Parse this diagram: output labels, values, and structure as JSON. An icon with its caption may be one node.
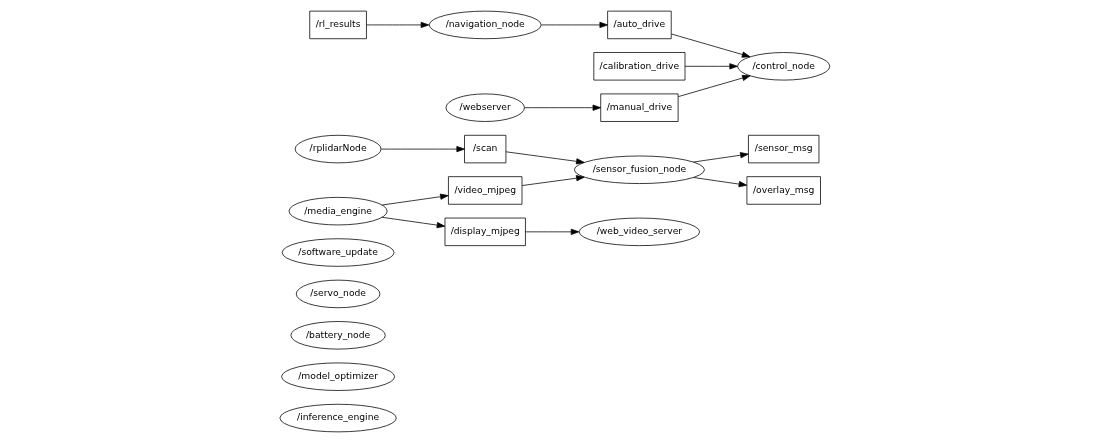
{
  "diagram": {
    "nodes": [
      {
        "text": [
          "/inference_engine"
        ]
      },
      {
        "text": [
          "/model_optimizer"
        ]
      },
      {
        "text": [
          "/battery_node"
        ]
      },
      {
        "text": [
          "/servo_node"
        ]
      },
      {
        "text": [
          "/software_update"
        ]
      },
      {
        "text": [
          "/rplidarNode"
        ]
      },
      {
        "text": [
          "/scan"
        ]
      },
      {
        "text": [
          "/sensor_fusion_node"
        ]
      },
      {
        "text": [
          "/sensor_msg"
        ]
      },
      {
        "text": [
          "/video_mjpeg"
        ]
      },
      {
        "text": [
          "/media_engine"
        ]
      },
      {
        "text": [
          "/overlay_msg"
        ]
      },
      {
        "text": [
          "/display_mjpeg"
        ]
      },
      {
        "text": [
          "/web_video_server"
        ]
      },
      {
        "text": [
          "/rl_results"
        ]
      },
      {
        "text": [
          "/navigation_node"
        ]
      },
      {
        "text": [
          "/auto_drive"
        ]
      },
      {
        "text": [
          "/calibration_drive"
        ]
      },
      {
        "text": [
          "/control_node"
        ]
      },
      {
        "text": [
          "/webserver"
        ]
      },
      {
        "text": [
          "/manual_drive"
        ]
      }
    ],
    "edges": [
      {
        "from": 5,
        "to": 6,
        "arrow": "to"
      },
      {
        "from": 6,
        "to": 7,
        "arrow": "to"
      },
      {
        "from": 10,
        "to": 9,
        "arrow": "to"
      },
      {
        "from": 9,
        "to": 7,
        "arrow": "to"
      },
      {
        "from": 7,
        "to": 8,
        "arrow": "to"
      },
      {
        "from": 7,
        "to": 11,
        "arrow": "to"
      },
      {
        "from": 10,
        "to": 12,
        "arrow": "to"
      },
      {
        "from": 12,
        "to": 13,
        "arrow": "to"
      },
      {
        "from": 14,
        "to": 15,
        "arrow": "to"
      },
      {
        "from": 15,
        "to": 16,
        "arrow": "to"
      },
      {
        "from": 16,
        "to": 18,
        "arrow": "to"
      },
      {
        "from": 17,
        "to": 18,
        "arrow": "to"
      },
      {
        "from": 19,
        "to": 20,
        "arrow": "to"
      },
      {
        "from": 20,
        "to": 18,
        "arrow": "to"
      }
    ]
  }
}
